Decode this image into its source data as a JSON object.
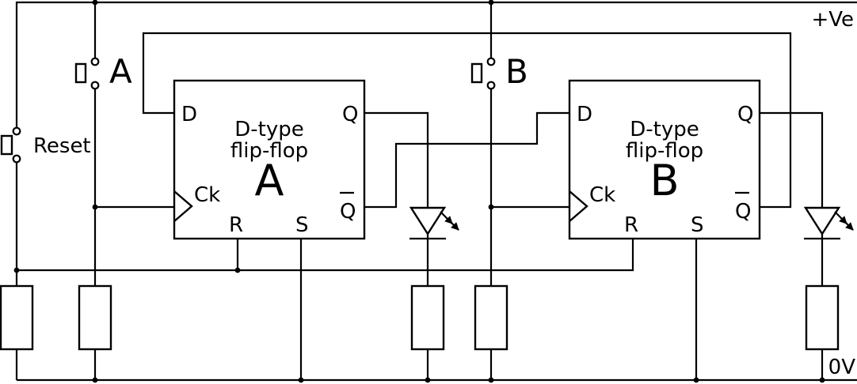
{
  "colors": {
    "wire": "#000000",
    "background": "#ffffff"
  },
  "rails": {
    "positive_label": "+Ve",
    "ground_label": "0V"
  },
  "buttons": {
    "a": {
      "label": "A"
    },
    "b": {
      "label": "B"
    },
    "reset": {
      "label": "Reset"
    }
  },
  "flip_flops": {
    "a": {
      "type_line1": "D-type",
      "type_line2": "flip-flop",
      "letter": "A",
      "pins": {
        "d": "D",
        "q": "Q",
        "ck": "Ck",
        "r": "R",
        "s": "S",
        "qbar": "Q"
      }
    },
    "b": {
      "type_line1": "D-type",
      "type_line2": "flip-flop",
      "letter": "B",
      "pins": {
        "d": "D",
        "q": "Q",
        "ck": "Ck",
        "r": "R",
        "s": "S",
        "qbar": "Q"
      }
    }
  }
}
